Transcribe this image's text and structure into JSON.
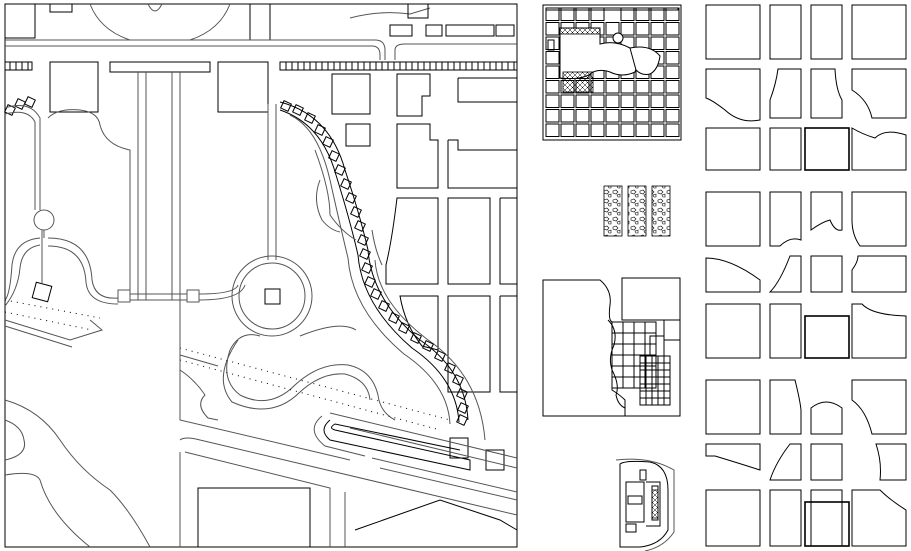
{
  "drawing": {
    "stroke_color": "#000000",
    "background_color": "#ffffff",
    "panels": [
      {
        "id": "site-plan",
        "kind": "master plan"
      },
      {
        "id": "block-plan",
        "kind": "paved plaza grid"
      },
      {
        "id": "paving-details",
        "kind": "stone paving strips"
      },
      {
        "id": "courtyard-plan",
        "kind": "courtyard grid"
      },
      {
        "id": "building-detail",
        "kind": "small building plan"
      },
      {
        "id": "parcel-grid",
        "kind": "parcel blocks"
      }
    ]
  }
}
